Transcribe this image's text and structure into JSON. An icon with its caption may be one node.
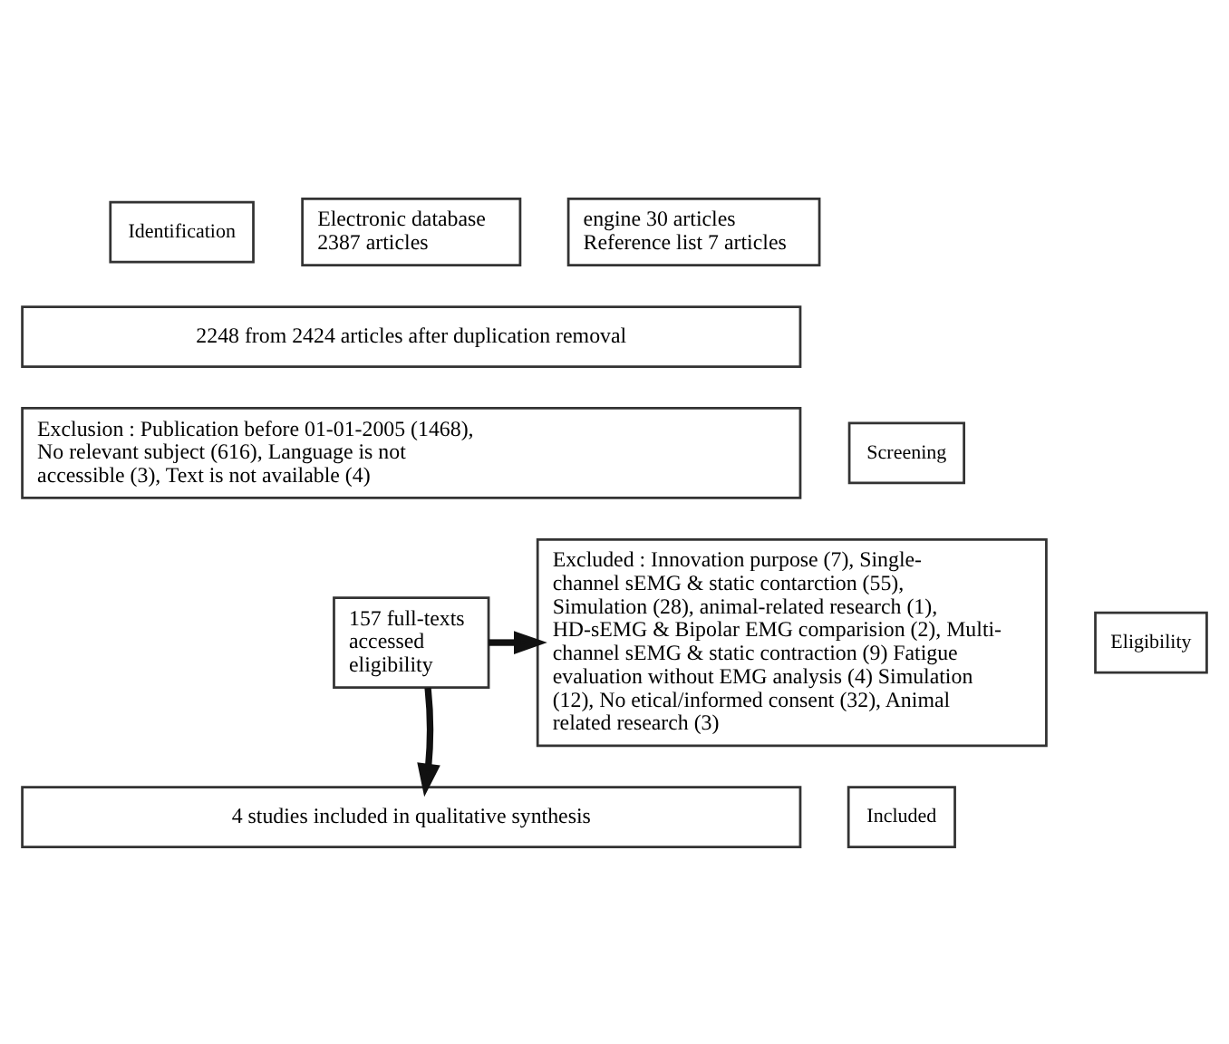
{
  "diagram": {
    "nodes": [
      {
        "text": [
          "Identification"
        ]
      },
      {
        "text": [
          "Electronic database 2387 articles"
        ]
      },
      {
        "text": [
          "engine 30 articles",
          "Reference list 7 articles"
        ]
      },
      {
        "text": [
          "2248 from 2424 articles after duplication removal"
        ]
      },
      {
        "text": [
          "Screening"
        ]
      },
      {
        "text": [
          "Exclusion : Publication before 01-01-2005 (1468), No relevant subject (616), Language is not accessible (3), Text is not available (4)"
        ]
      },
      {
        "text": [
          "Eligibility"
        ]
      },
      {
        "text": [
          "157 full-texts accessed eligibility"
        ]
      },
      {
        "text": [
          "Excluded : Innovation purpose (7), Single-channel sEMG & static contarction (55), Simulation (28), animal-related research (1), HD-sEMG & Bipolar EMG comparision (2), Multi-channel sEMG & static contraction (9) Fatigue evaluation without EMG analysis (4) Simulation (12), No etical/informed consent (32), Animal related research (3)"
        ]
      },
      {
        "text": [
          "Included"
        ]
      },
      {
        "text": [
          "4 studies included in qualitative synthesis"
        ]
      }
    ],
    "edges": [
      {
        "from": 7,
        "to": 8,
        "arrow": "to"
      },
      {
        "from": 7,
        "to": 10,
        "arrow": "to"
      }
    ]
  }
}
